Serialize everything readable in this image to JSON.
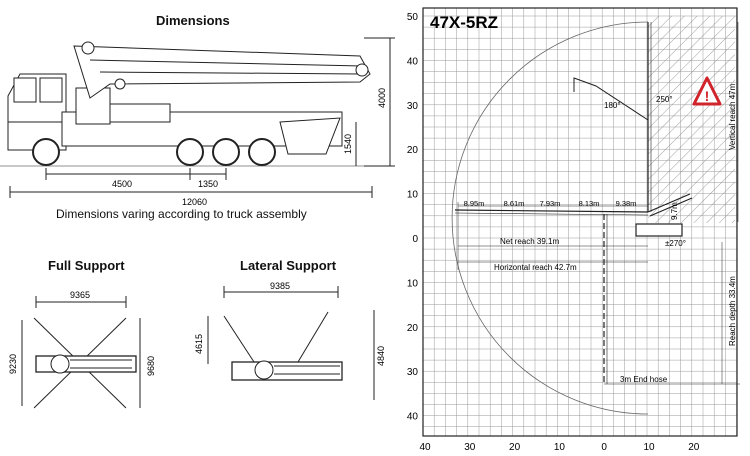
{
  "left": {
    "dimensions_title": "Dimensions",
    "truck_dims": {
      "d1": "4500",
      "d2": "1350",
      "d3": "12060",
      "h1": "4000",
      "h2": "1540"
    },
    "note": "Dimensions varing according to truck assembly",
    "full_support": {
      "title": "Full Support",
      "width": "9365",
      "h_left": "9230",
      "h_right": "9680"
    },
    "lateral_support": {
      "title": "Lateral Support",
      "width": "9385",
      "h_left": "4615",
      "h_right": "4840"
    }
  },
  "chart": {
    "title": "47X-5RZ",
    "y_ticks": [
      "50",
      "40",
      "30",
      "20",
      "10",
      "0",
      "10",
      "20",
      "30",
      "40"
    ],
    "x_ticks": [
      "40",
      "30",
      "20",
      "10",
      "0",
      "10",
      "20"
    ],
    "section_lengths": [
      "8.95m",
      "8.61m",
      "7.93m",
      "8.13m",
      "9.38m"
    ],
    "net_reach": "Net reach 39.1m",
    "horizontal_reach": "Horizontal reach 42.7m",
    "vertical_reach": "Vertical reach 47m",
    "reach_depth": "Reach depth 33.4m",
    "end_hose": "3m End hose",
    "angle_180": "180°",
    "angle_250": "250°",
    "rotation": "±270°",
    "height_97": "9.7m",
    "warning_icon": "warning-triangle"
  }
}
